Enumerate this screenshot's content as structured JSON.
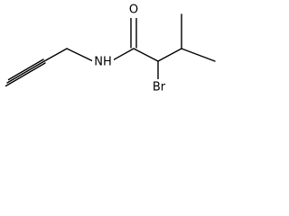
{
  "molecule": {
    "atoms": {
      "oxygen": "O",
      "nitrogen": "NH",
      "bromine": "Br"
    }
  },
  "colors": {
    "bond": "#000000",
    "background": "#ffffff"
  }
}
